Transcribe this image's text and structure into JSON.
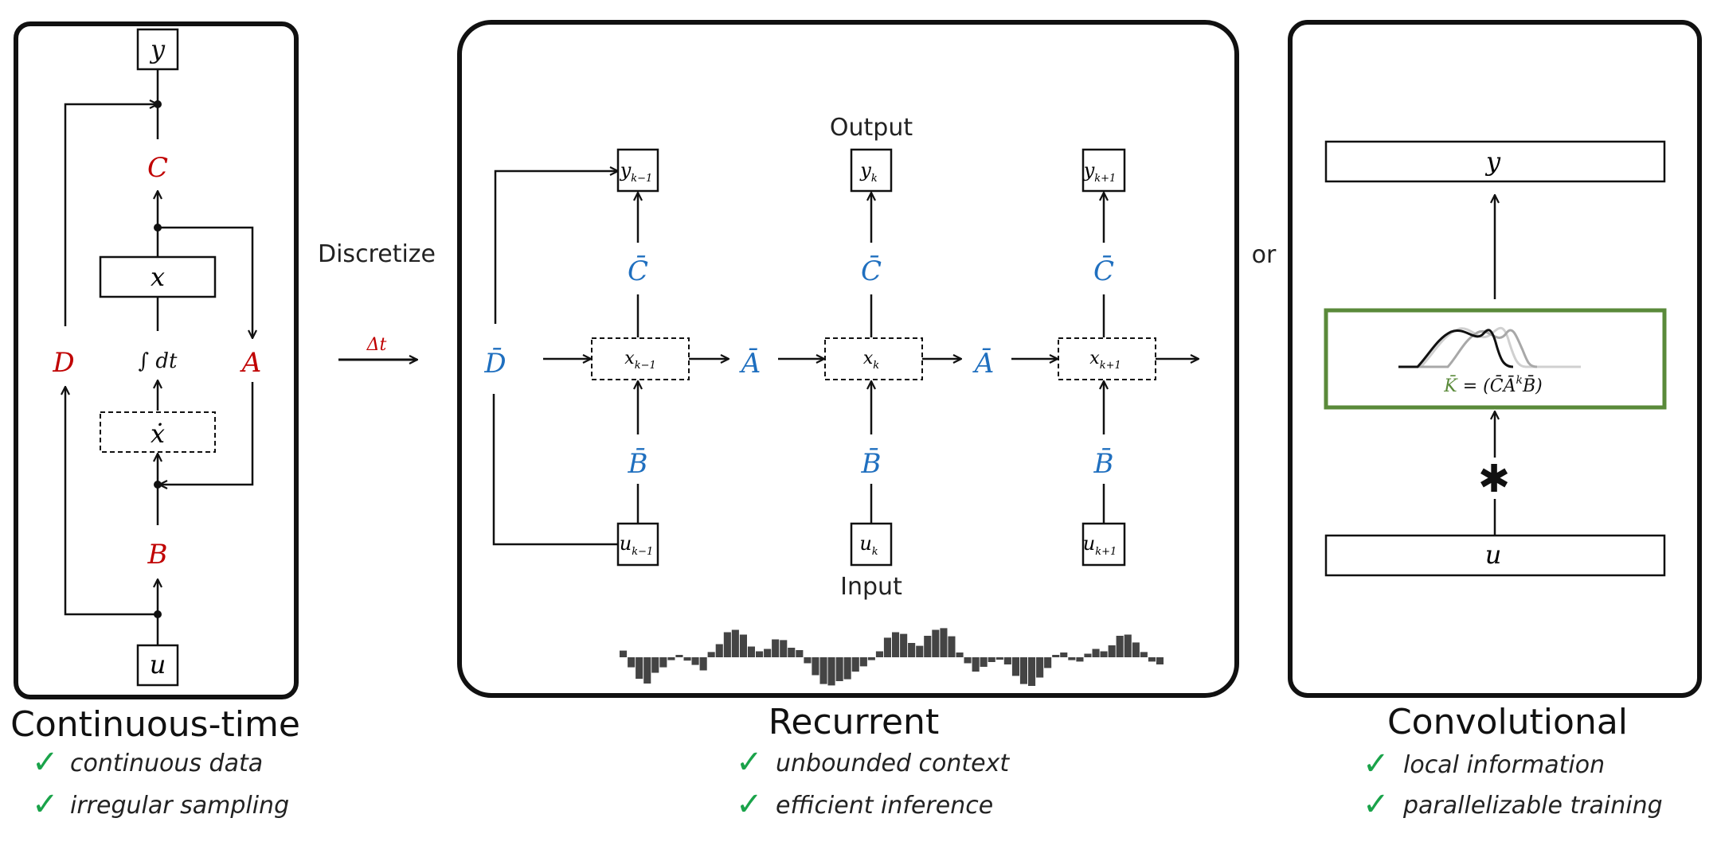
{
  "colors": {
    "red": "#c00000",
    "blue": "#1f6fbf",
    "green": "#5a8a3a",
    "check": "#1aa34a",
    "ink": "#111111",
    "bars": "#444444"
  },
  "panels": {
    "continuous": {
      "title": "Continuous-time",
      "labels": {
        "y": "y",
        "C": "C",
        "x": "x",
        "D": "D",
        "integral": "∫ dt",
        "A": "A",
        "xdot": "ẋ",
        "B": "B",
        "u": "u"
      },
      "benefits": [
        "continuous data",
        "irregular sampling"
      ]
    },
    "recurrent": {
      "title": "Recurrent",
      "output_label": "Output",
      "input_label": "Input",
      "labels": {
        "D": "D̄",
        "C": "C̄",
        "B": "B̄",
        "A": "Ā",
        "y_prev": "y",
        "y_prev_sub": "k−1",
        "y_cur": "y",
        "y_cur_sub": "k",
        "y_next": "y",
        "y_next_sub": "k+1",
        "x_prev": "x",
        "x_prev_sub": "k−1",
        "x_cur": "x",
        "x_cur_sub": "k",
        "x_next": "x",
        "x_next_sub": "k+1",
        "u_prev": "u",
        "u_prev_sub": "k−1",
        "u_cur": "u",
        "u_cur_sub": "k",
        "u_next": "u",
        "u_next_sub": "k+1"
      },
      "benefits": [
        "unbounded context",
        "efficient inference"
      ]
    },
    "convolutional": {
      "title": "Convolutional",
      "labels": {
        "y": "y",
        "u": "u",
        "star": "✱",
        "kernel": "K̄ = (C̄Ā",
        "kernel_K": "K̄",
        "kernel_rest": " = (C̄Ā",
        "kernel_k": "k",
        "kernel_end": "B̄)"
      },
      "benefits": [
        "local information",
        "parallelizable training"
      ]
    }
  },
  "discretize": {
    "label": "Discretize",
    "delta": "Δt"
  },
  "or_label": "or",
  "check_icon": "✓",
  "signal_bars": [
    0.28,
    -0.42,
    -0.9,
    -1.1,
    -0.65,
    -0.42,
    -0.12,
    0.1,
    -0.14,
    -0.32,
    -0.55,
    0.22,
    0.55,
    1.05,
    1.15,
    0.95,
    0.45,
    0.25,
    0.35,
    0.75,
    0.72,
    0.4,
    0.3,
    -0.25,
    -0.75,
    -1.12,
    -1.18,
    -1.0,
    -0.92,
    -0.6,
    -0.38,
    -0.12,
    0.25,
    0.82,
    1.05,
    0.98,
    0.6,
    0.48,
    0.9,
    1.15,
    1.22,
    0.88,
    0.2,
    -0.25,
    -0.6,
    -0.4,
    -0.2,
    -0.1,
    -0.3,
    -0.78,
    -1.12,
    -1.2,
    -0.85,
    -0.45,
    0.1,
    0.2,
    -0.12,
    -0.18,
    0.15,
    0.35,
    0.25,
    0.5,
    0.9,
    0.95,
    0.62,
    0.22,
    -0.18,
    -0.3
  ]
}
